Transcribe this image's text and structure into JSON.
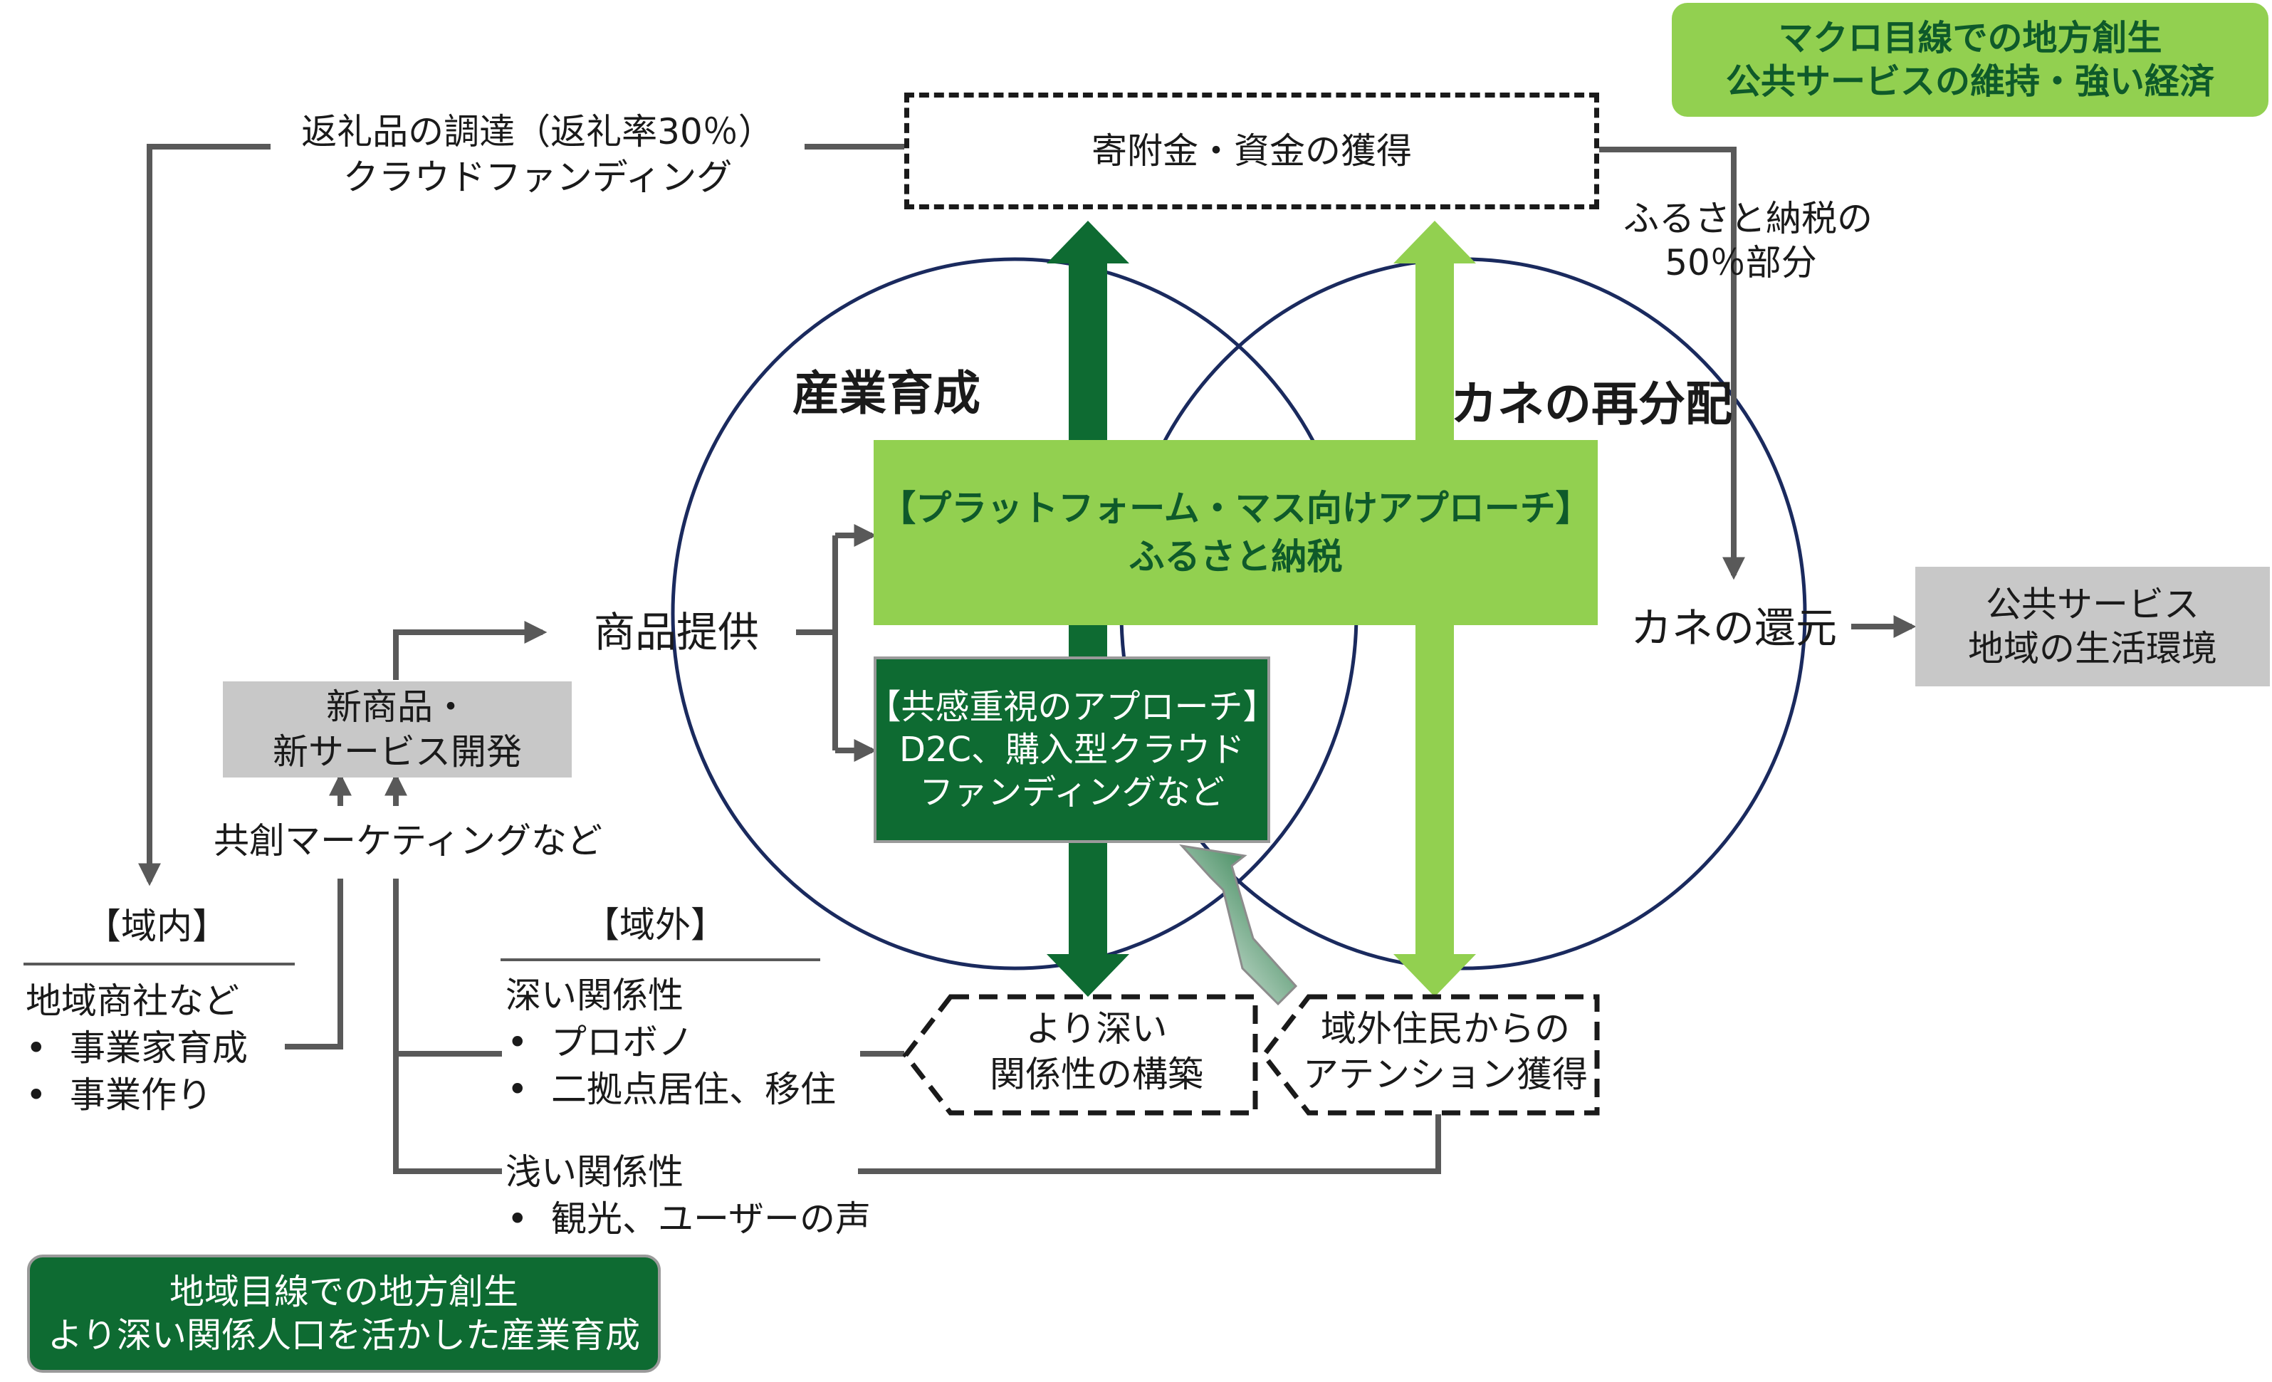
{
  "macro_box": {
    "line1": "マクロ目線での地方創生",
    "line2": "公共サービスの維持・強い経済"
  },
  "local_box": {
    "line1": "地域目線での地方創生",
    "line2": "より深い関係人口を活かした産業育成"
  },
  "procurement": {
    "line1": "返礼品の調達（返礼率30％）",
    "line2": "クラウドファンディング"
  },
  "donation_box": "寄附金・資金の獲得",
  "furusato_half": {
    "line1": "ふるさと納税の",
    "line2": "50％部分"
  },
  "circle_left_label": "産業育成",
  "circle_right_label": "カネの再分配",
  "platform_box": {
    "line1": "【プラットフォーム・マス向けアプローチ】",
    "line2": "ふるさと納税"
  },
  "empathy_box": {
    "line1": "【共感重視のアプローチ】",
    "line2": "D2C、購入型クラウド",
    "line3": "ファンディングなど"
  },
  "product_supply": "商品提供",
  "money_return": "カネの還元",
  "public_service_box": {
    "line1": "公共サービス",
    "line2": "地域の生活環境"
  },
  "new_product_box": {
    "line1": "新商品・",
    "line2": "新サービス開発"
  },
  "co_creation": "共創マーケティングなど",
  "domestic": {
    "header": "【域内】",
    "title": "地域商社など",
    "items": [
      "事業家育成",
      "事業作り"
    ]
  },
  "external": {
    "header": "【域外】",
    "deep_title": "深い関係性",
    "deep_items": [
      "プロボノ",
      "二拠点居住、移住"
    ],
    "shallow_title": "浅い関係性",
    "shallow_items": [
      "観光、ユーザーの声"
    ]
  },
  "deeper_relation": {
    "line1": "より深い",
    "line2": "関係性の構築"
  },
  "attention": {
    "line1": "域外住民からの",
    "line2": "アテンション獲得"
  },
  "colors": {
    "light_green": "#92d050",
    "dark_green": "#0e6b32",
    "navy": "#1a2a5e",
    "gray_box": "#c8c8c8",
    "connector": "#595959"
  }
}
